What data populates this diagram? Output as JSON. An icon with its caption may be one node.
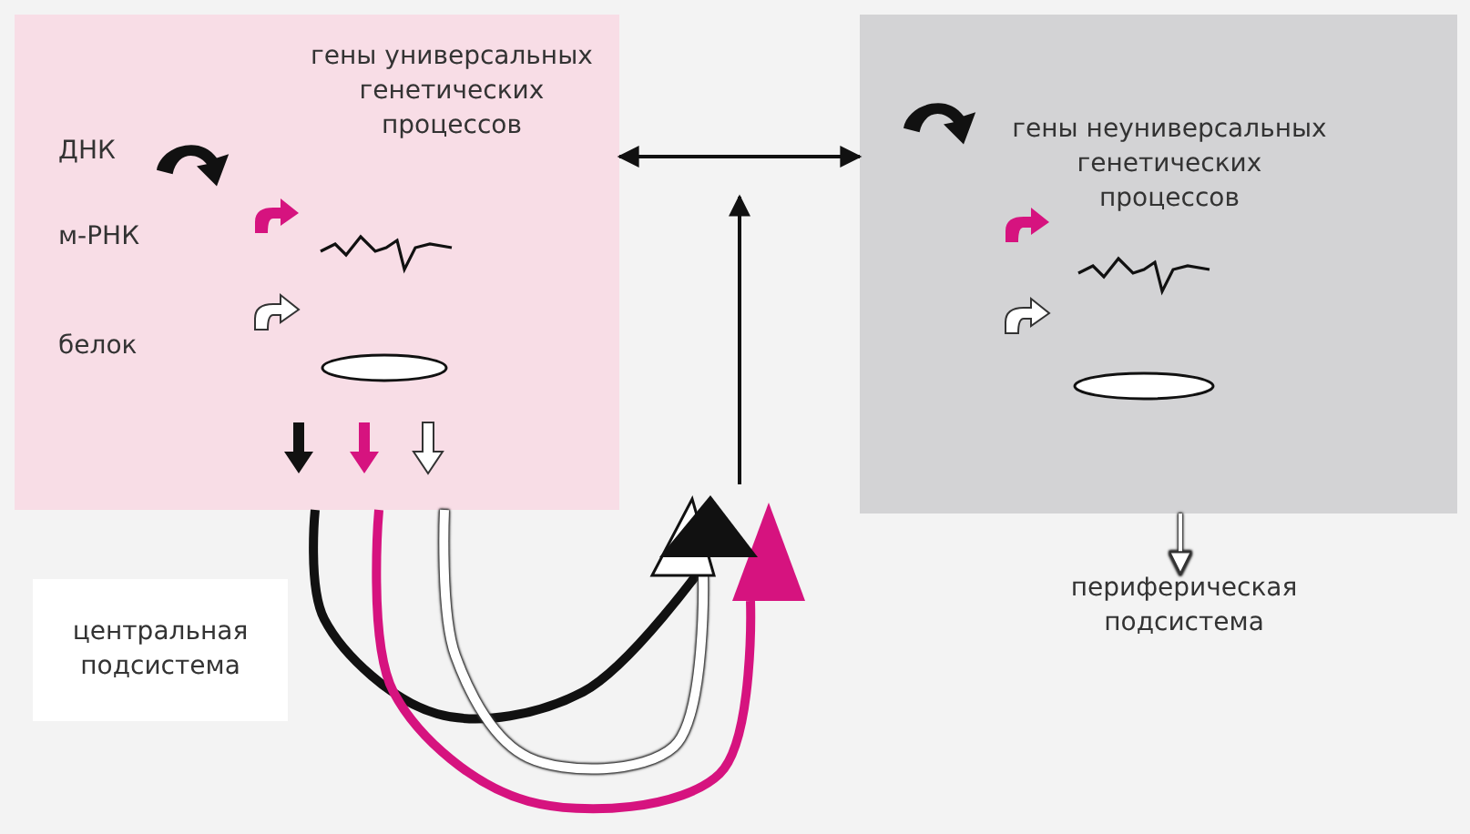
{
  "diagram": {
    "nodes": [
      {
        "text": [
          "гены универсальных генетических процессов"
        ]
      },
      {
        "text": [
          "гены неуниверсальных генетических процессов"
        ]
      },
      {
        "text": [],
        "shape": "triangle"
      },
      {
        "text": [
          "периферическая подсистема"
        ]
      },
      {
        "text": [
          "центральная подсистема"
        ]
      }
    ],
    "edges": [
      {
        "from": 0,
        "to": 1,
        "arrow": "both"
      },
      {
        "from": 2,
        "to": null,
        "arrow": "to"
      },
      {
        "from": 0,
        "to": 2,
        "arrow": "none",
        "style": "thick",
        "color": "#111111"
      },
      {
        "from": 0,
        "to": 2,
        "arrow": "none",
        "style": "thick",
        "color": "#ffffff"
      },
      {
        "from": 0,
        "to": 2,
        "arrow": "none",
        "style": "thick",
        "color": "#d6137f"
      },
      {
        "from": 1,
        "to": 3,
        "arrow": "to",
        "color": "#ffffff"
      }
    ],
    "labels": [
      "ДНК",
      "м-РНК",
      "белок"
    ]
  }
}
